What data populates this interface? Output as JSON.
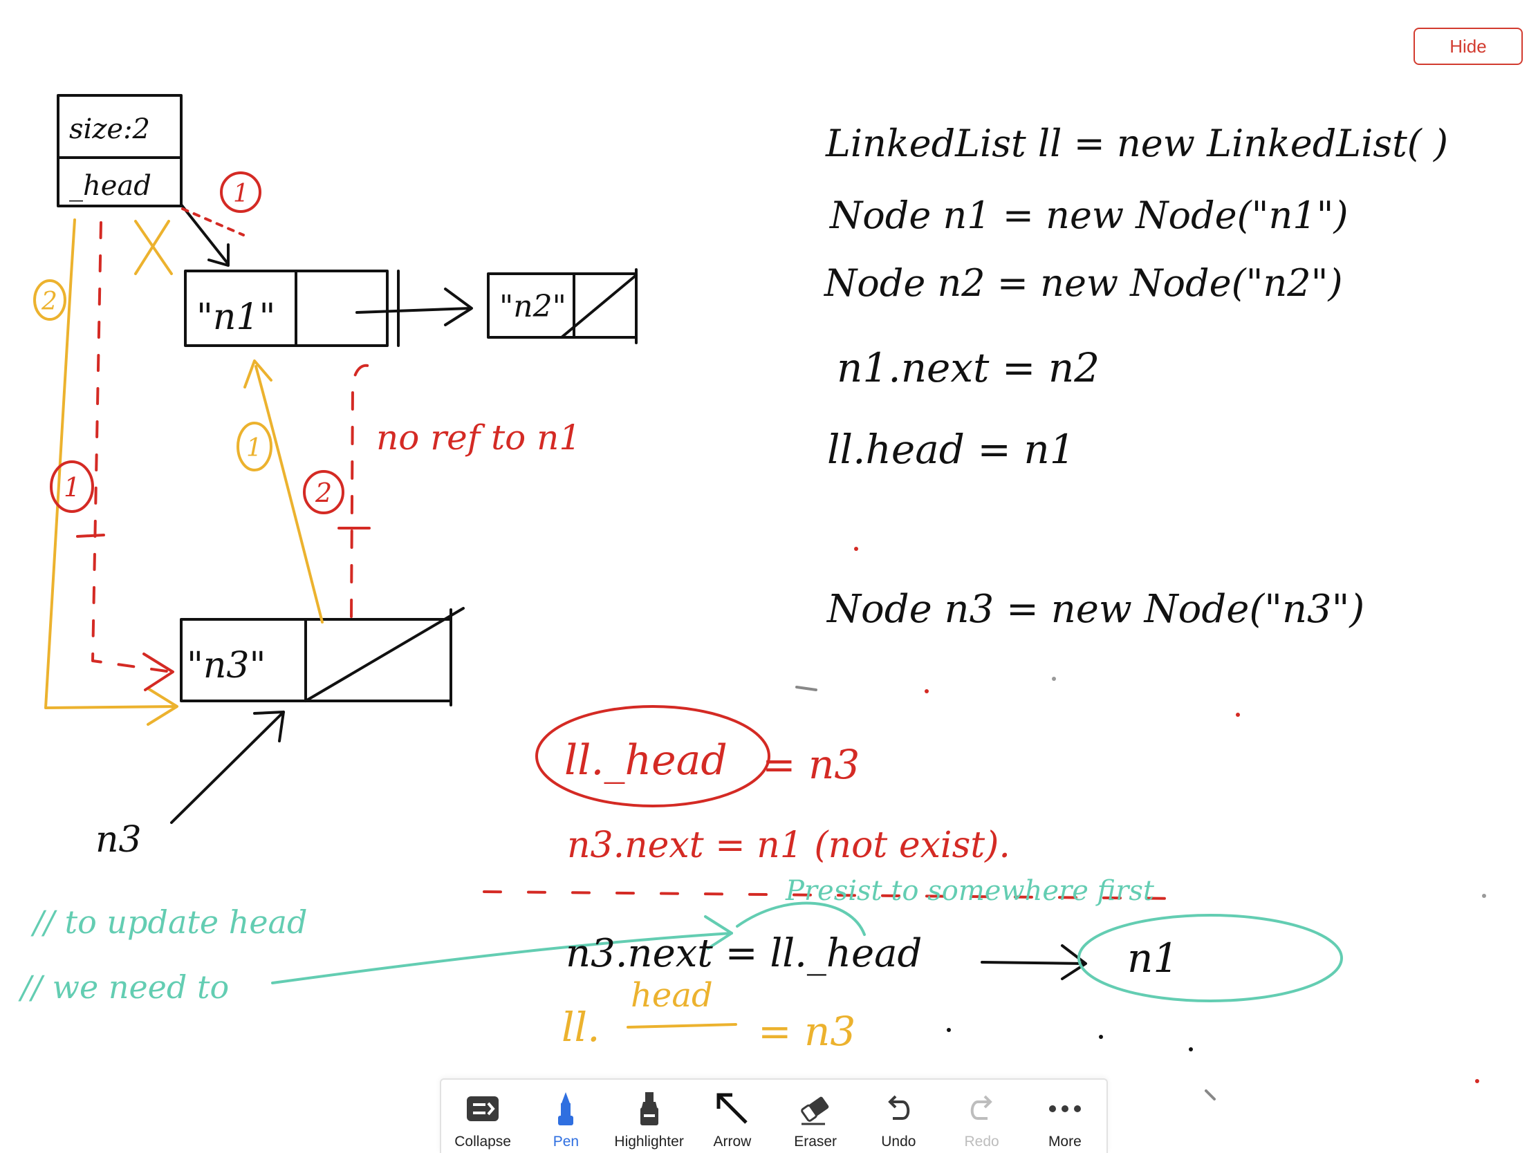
{
  "hide_button": "Hide",
  "colors": {
    "ink_black": "#111111",
    "ink_red": "#d42a24",
    "ink_yellow": "#ecb22e",
    "ink_teal": "#63cdb2",
    "accent_blue": "#2f6fe0",
    "hide_red": "#d23b2f"
  },
  "diagram": {
    "list_box": {
      "size": "size:2",
      "head": "_head"
    },
    "node1": "\"n1\"",
    "node2": "\"n2\"",
    "node3": "\"n3\"",
    "var_n3": "n3",
    "circle_1_top": "1",
    "circle_2_left": "2",
    "circle_1_left": "1",
    "circle_1_mid": "1",
    "circle_2_mid": "2",
    "no_ref_note": "no ref to n1"
  },
  "code": {
    "line1": "LinkedList ll = new LinkedList( )",
    "line2": "Node n1 = new Node(\"n1\")",
    "line3": "Node n2 = new Node(\"n2\")",
    "line4": "n1.next = n2",
    "line5": "ll.head = n1",
    "line6": "Node n3 = new Node(\"n3\")"
  },
  "notes": {
    "red_line1_circled": "ll._head",
    "red_line1_rest": "= n3",
    "red_line2": "n3.next = n1 (not exist).",
    "teal_persist": "Presist to somewhere first",
    "black_line": "n3.next = ll._head",
    "black_result": "n1",
    "yellow_head": "head",
    "yellow_line_prefix": "ll.",
    "yellow_line_rest": "= n3",
    "teal_comment1": "// to update head",
    "teal_comment2": "// we need to"
  },
  "toolbar": [
    {
      "label": "Collapse",
      "icon": "collapse-icon",
      "state": "normal"
    },
    {
      "label": "Pen",
      "icon": "pen-icon",
      "state": "active"
    },
    {
      "label": "Highlighter",
      "icon": "highlighter-icon",
      "state": "normal"
    },
    {
      "label": "Arrow",
      "icon": "arrow-icon",
      "state": "normal"
    },
    {
      "label": "Eraser",
      "icon": "eraser-icon",
      "state": "normal"
    },
    {
      "label": "Undo",
      "icon": "undo-icon",
      "state": "normal"
    },
    {
      "label": "Redo",
      "icon": "redo-icon",
      "state": "disabled"
    },
    {
      "label": "More",
      "icon": "more-icon",
      "state": "normal"
    }
  ]
}
